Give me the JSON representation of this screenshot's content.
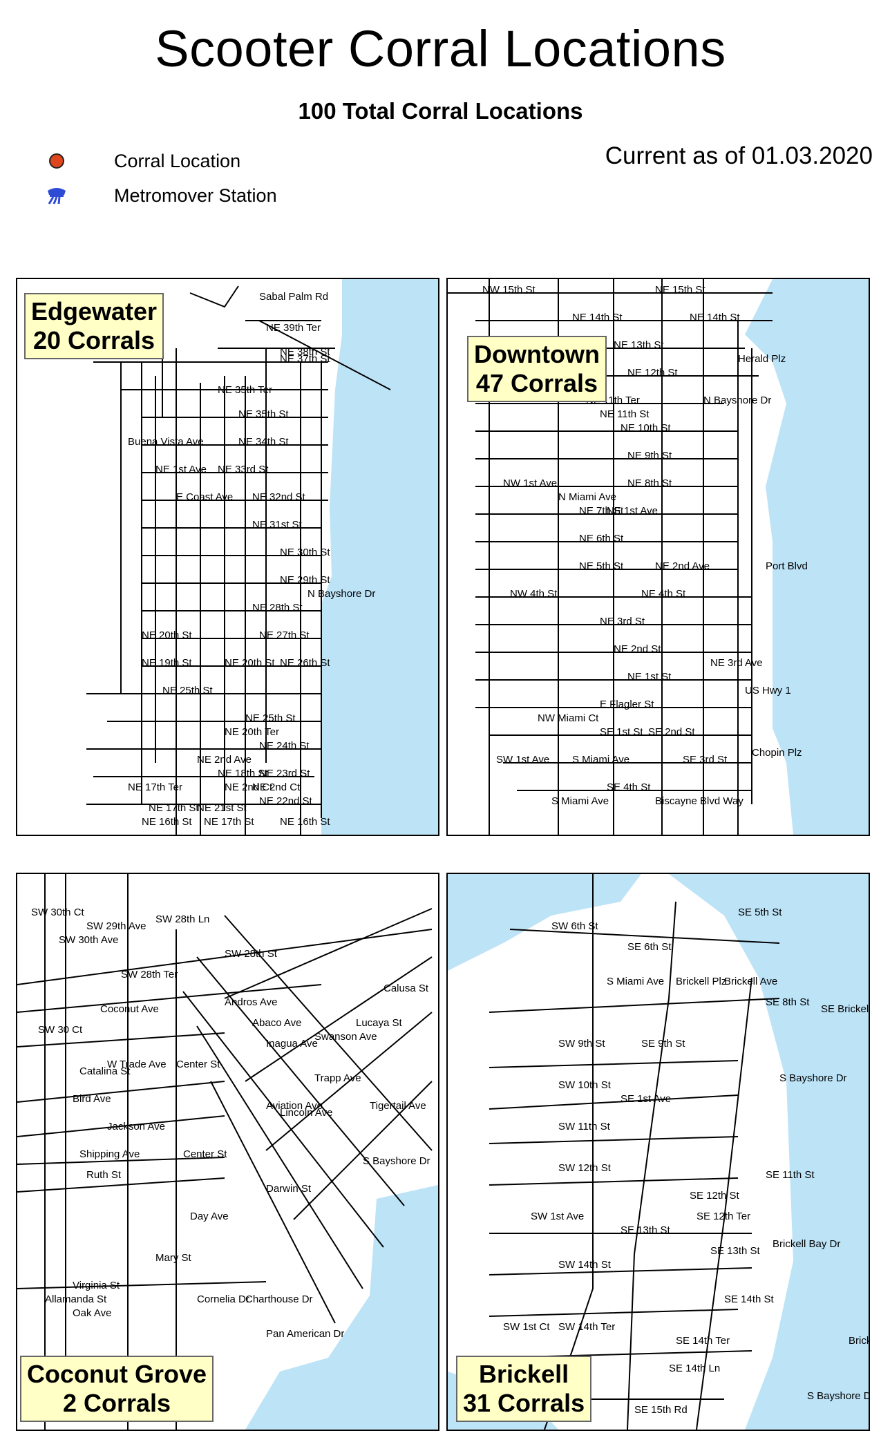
{
  "title": "Scooter Corral Locations",
  "subtitle": "100 Total Corral Locations",
  "current_as_of": "Current as of 01.03.2020",
  "legend": [
    {
      "label": "Corral Location",
      "icon": "corral-dot-icon",
      "color": "#e0461e"
    },
    {
      "label": "Metromover Station",
      "icon": "metromover-icon",
      "color": "#2e4bd6"
    }
  ],
  "colors": {
    "water": "#bde3f7",
    "corral": "#e0461e",
    "metromover": "#2e4bd6",
    "badge": "#ffffc6"
  },
  "panels": {
    "edgewater": {
      "name": "Edgewater",
      "count": "20 Corrals",
      "labels": [
        "Sabal Palm Rd",
        "NE 39th Ter",
        "NE 38th St",
        "NE 37th St",
        "NE 35th Ter",
        "NE 35th St",
        "NE 34th St",
        "NE 33rd St",
        "NE 32nd St",
        "NE 31st St",
        "NE 30th St",
        "NE 29th St",
        "NE 28th St",
        "NE 27th St",
        "NE 26th St",
        "NE 25th St",
        "NE 25th St",
        "NE 24th St",
        "NE 23rd St",
        "NE 22nd St",
        "NE 21st St",
        "NE 20th Ter",
        "NE 20th St",
        "NE 20th St",
        "NE 19th St",
        "NE 18th St",
        "NE 17th Ter",
        "NE 17th St",
        "NE 17th St",
        "NE 16th St",
        "NE 16th St",
        "Buena Vista Ave",
        "NE 1st Ave",
        "E Coast Ave",
        "NE 2nd Ave",
        "NE 2nd Ct",
        "NE 2nd Ct",
        "N Bayshore Dr"
      ]
    },
    "downtown": {
      "name": "Downtown",
      "count": "47 Corrals",
      "labels": [
        "NW 15th St",
        "NE 15th St",
        "NE 14th St",
        "NE 14th St",
        "Herald Plz",
        "NE 13th St",
        "NE 12th St",
        "NE 11th Ter",
        "NE 11th St",
        "NE 10th St",
        "NE 9th St",
        "NE 8th St",
        "NE 7th St",
        "NE 6th St",
        "NE 5th St",
        "NW 4th St",
        "NE 4th St",
        "NE 3rd St",
        "NE 2nd St",
        "NE 1st St",
        "E Flagler St",
        "SE 1st St",
        "SE 2nd St",
        "SE 3rd St",
        "SE 4th St",
        "Biscayne Blvd Way",
        "Port Blvd",
        "Chopin Plz",
        "NW 1st Ave",
        "N Miami Ave",
        "NE 1st Ave",
        "NE 2nd Ave",
        "NE 3rd Ave",
        "US Hwy 1",
        "N Bayshore Dr",
        "NW Miami Ct",
        "S Miami Ave",
        "SW 1st Ave",
        "S Miami Ave"
      ]
    },
    "coconut_grove": {
      "name": "Coconut Grove",
      "count": "2 Corrals",
      "labels": [
        "SW 30th Ct",
        "SW 30th Ave",
        "SW 29th Ave",
        "SW 28th Ln",
        "SW 28th St",
        "SW 28th Ter",
        "SW 30 Ct",
        "Coconut Ave",
        "Andros Ave",
        "Abaco Ave",
        "Catalina St",
        "Center St",
        "W Trade Ave",
        "Inagua Ave",
        "Swanson Ave",
        "Lucaya St",
        "Calusa St",
        "Bird Ave",
        "Trapp Ave",
        "Aviation Ave",
        "Jackson Ave",
        "Center St",
        "Lincoln Ave",
        "Tigertail Ave",
        "Shipping Ave",
        "Ruth St",
        "S Bayshore Dr",
        "Darwin St",
        "Day Ave",
        "Virginia St",
        "Mary St",
        "Allamanda St",
        "Oak Ave",
        "Cornelia Dr",
        "Charthouse Dr",
        "Pan American Dr"
      ]
    },
    "brickell": {
      "name": "Brickell",
      "count": "31 Corrals",
      "labels": [
        "SE 5th St",
        "SW 6th St",
        "SE 6th St",
        "S Miami Ave",
        "Brickell Plz",
        "Brickell Ave",
        "SE 8th St",
        "SE Brickell Key Dr",
        "SW 9th St",
        "SE 9th St",
        "SW 10th St",
        "SE 1st Ave",
        "S Bayshore Dr",
        "SW 11th St",
        "SE 11th St",
        "SW 12th St",
        "SE 12th St",
        "SE 12th Ter",
        "SE 13th St",
        "SE 13th St",
        "Brickell Bay Dr",
        "SW 1st Ave",
        "SW 14th St",
        "SE 14th St",
        "SW 1st Ct",
        "SW 14th Ter",
        "SE 14th Ter",
        "SE 14th Ln",
        "Brickell Bay Dr",
        "SE 15th Rd",
        "S Bayshore Dr"
      ]
    }
  }
}
